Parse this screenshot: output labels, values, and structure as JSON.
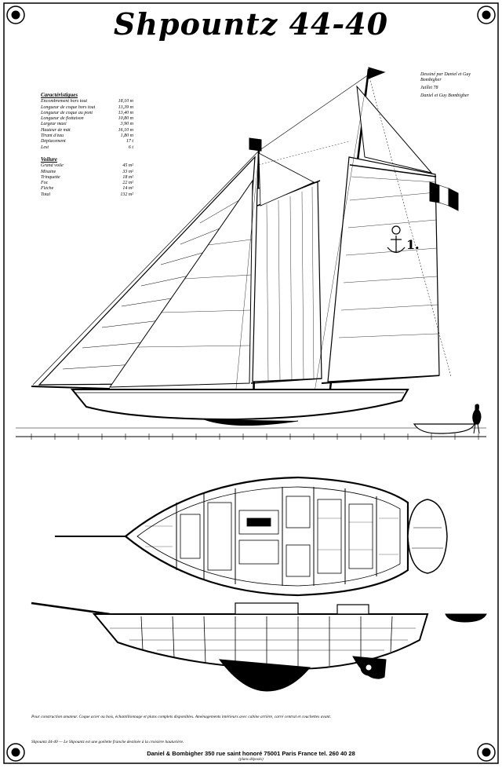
{
  "title": "Shpountz 44-40",
  "hull_number": "1.",
  "specifications": {
    "heading": "Caractéristiques",
    "rows": [
      {
        "label": "Encombrement hors tout",
        "value": "18,10 m"
      },
      {
        "label": "Longueur de coque hors tout",
        "value": "13,39 m"
      },
      {
        "label": "Longueur de coque au pont",
        "value": "13,40 m"
      },
      {
        "label": "Longueur de flottaison",
        "value": "10,80 m"
      },
      {
        "label": "Largeur maxi",
        "value": "3,90 m"
      },
      {
        "label": "Hauteur de mât",
        "value": "16,10 m"
      },
      {
        "label": "Tirant d'eau",
        "value": "1,80 m"
      },
      {
        "label": "Déplacement",
        "value": "17 t"
      },
      {
        "label": "Lest",
        "value": "6 t"
      }
    ]
  },
  "sails": {
    "heading": "Voilure",
    "rows": [
      {
        "label": "Grand voile",
        "value": "45 m²"
      },
      {
        "label": "Misaine",
        "value": "33 m²"
      },
      {
        "label": "Trinquette",
        "value": "18 m²"
      },
      {
        "label": "Foc",
        "value": "22 m²"
      },
      {
        "label": "Flèche",
        "value": "14 m²"
      },
      {
        "label": "Total",
        "value": "132 m²"
      }
    ]
  },
  "credits": {
    "line1": "Dessiné par Daniel et Guy Bombigher",
    "line2": "Juillet 78",
    "line3": "Daniel et Guy Bombigher"
  },
  "notes": "Pour construction amateur. Coque acier ou bois, échantillonnage et plans complets disponibles. Aménagements intérieurs avec cabine arrière, carré central et couchettes avant.",
  "footer": "Shpountz 44-40 — Le Shpountz est une goélette franche destinée à la croisière hauturière.",
  "address": "Daniel & Bombigher   350 rue saint honoré 75001 Paris France  tel. 260 40 28",
  "sub_address": "(plans déposés)",
  "colors": {
    "ink": "#000000",
    "paper": "#ffffff"
  }
}
